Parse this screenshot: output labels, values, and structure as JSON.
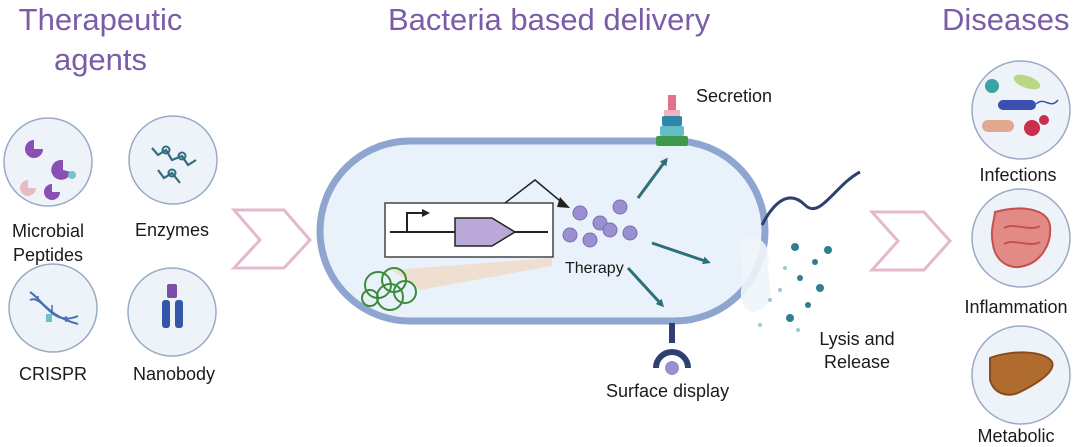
{
  "headers": {
    "therapeutic_line1": "Therapeutic",
    "therapeutic_line2": "agents",
    "delivery": "Bacteria based delivery",
    "diseases": "Diseases"
  },
  "agents": {
    "microbial_line1": "Microbial",
    "microbial_line2": "Peptides",
    "enzymes": "Enzymes",
    "crispr": "CRISPR",
    "nanobody": "Nanobody"
  },
  "delivery": {
    "secretion": "Secretion",
    "therapy": "Therapy",
    "surface_display": "Surface display",
    "lysis_line1": "Lysis and",
    "lysis_line2": "Release"
  },
  "diseases": {
    "infections": "Infections",
    "inflammation": "Inflammation",
    "metabolic": "Metabolic"
  },
  "colors": {
    "header": "#7b5ca8",
    "cell_border": "#8ea5cf",
    "cell_fill": "#e9f2fb",
    "arrow_teal": "#2e6f78",
    "chevron": "#e6b8cf"
  }
}
